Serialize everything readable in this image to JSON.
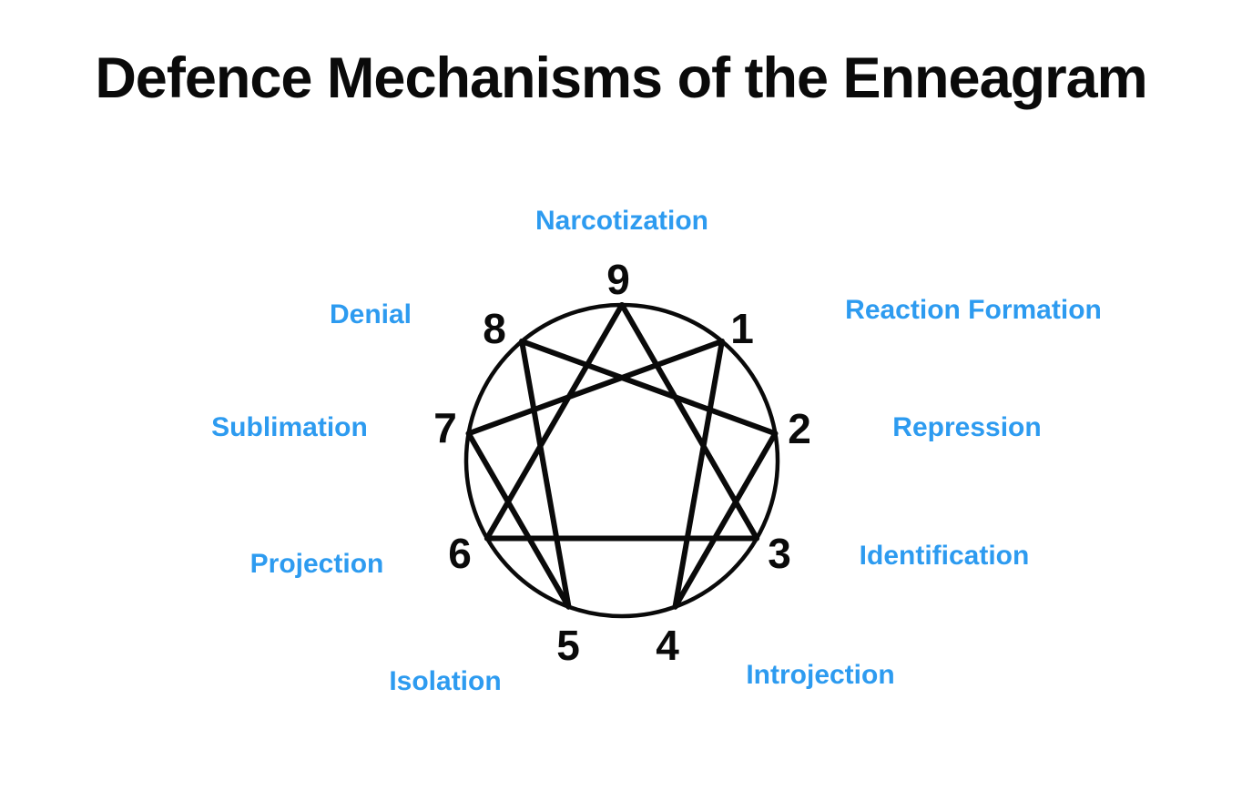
{
  "title": "Defence Mechanisms of the Enneagram",
  "colors": {
    "label_blue": "#2d9bf0",
    "figure_black": "#0a0a0a",
    "background": "#ffffff"
  },
  "figure": {
    "points": [
      {
        "number": "9",
        "label": "Narcotization"
      },
      {
        "number": "1",
        "label": "Reaction Formation"
      },
      {
        "number": "2",
        "label": "Repression"
      },
      {
        "number": "3",
        "label": "Identification"
      },
      {
        "number": "4",
        "label": "Introjection"
      },
      {
        "number": "5",
        "label": "Isolation"
      },
      {
        "number": "6",
        "label": "Projection"
      },
      {
        "number": "7",
        "label": "Sublimation"
      },
      {
        "number": "8",
        "label": "Denial"
      }
    ],
    "connections": {
      "triangle": [
        "9",
        "3",
        "6"
      ],
      "hexad": [
        "1",
        "4",
        "2",
        "8",
        "5",
        "7"
      ]
    }
  }
}
